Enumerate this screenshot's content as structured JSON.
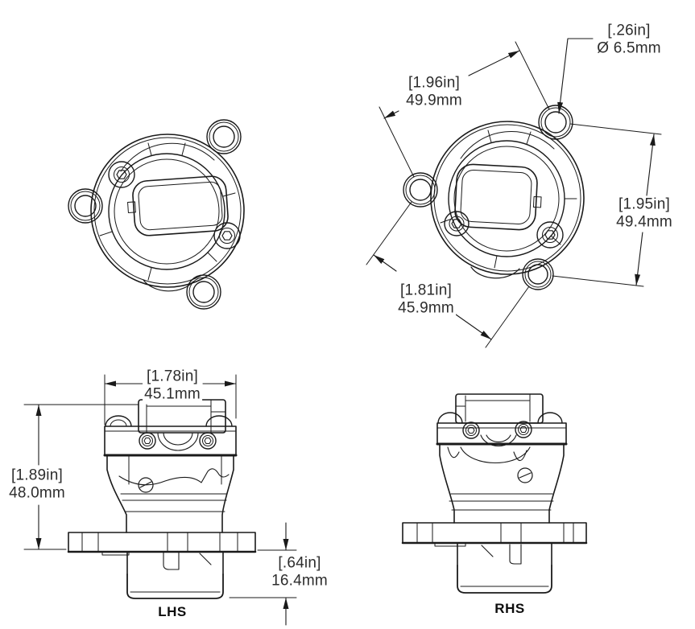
{
  "drawing": {
    "dimensions": {
      "hole_diameter": {
        "in": "[.26in]",
        "mm": "Ø 6.5mm"
      },
      "bolt_spacing_upper": {
        "in": "[1.96in]",
        "mm": "49.9mm"
      },
      "bolt_spacing_right": {
        "in": "[1.95in]",
        "mm": "49.4mm"
      },
      "bolt_spacing_lower": {
        "in": "[1.81in]",
        "mm": "45.9mm"
      },
      "body_width": {
        "in": "[1.78in]",
        "mm": "45.1mm"
      },
      "overall_height": {
        "in": "[1.89in]",
        "mm": "48.0mm"
      },
      "spigot_height": {
        "in": "[.64in]",
        "mm": "16.4mm"
      }
    },
    "view_labels": {
      "lhs": "LHS",
      "rhs": "RHS"
    },
    "colors": {
      "line": "#1a1a1a",
      "background": "#ffffff",
      "text": "#2d2d2d"
    }
  }
}
